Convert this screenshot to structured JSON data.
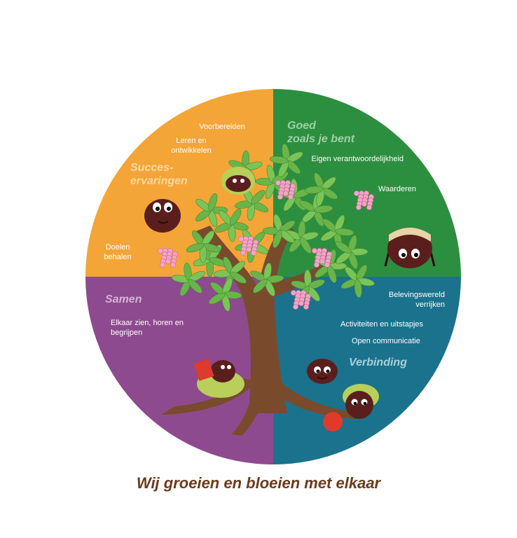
{
  "quadrants": {
    "top_left": {
      "heading": [
        "Succes-",
        "ervaringen"
      ],
      "items": [
        "Voorbereiden",
        "Leren en ontwikkelen",
        "Doelen behalen"
      ],
      "color": "#f4a537",
      "heading_color": "#fbd8a0"
    },
    "top_right": {
      "heading": [
        "Goed",
        "zoals je bent"
      ],
      "items": [
        "Eigen verantwoordelijkheid",
        "Waarderen"
      ],
      "color": "#2c8f3f",
      "heading_color": "#9ed0a5"
    },
    "bottom_left": {
      "heading": [
        "Samen"
      ],
      "items": [
        "Elkaar zien, horen en begrijpen"
      ],
      "color": "#8e4a8e",
      "heading_color": "#d4b2d6"
    },
    "bottom_right": {
      "heading": [
        "Verbinding"
      ],
      "items": [
        "Belevingswereld verrijken",
        "Activiteiten en uitstapjes",
        "Open communicatie"
      ],
      "color": "#1b728c",
      "heading_color": "#a9cfda"
    }
  },
  "motto": "Wij groeien en bloeien met elkaar",
  "colors": {
    "motto": "#6b3a1c",
    "trunk": "#7a4a2d",
    "leaf": "#6ab54a",
    "blossom": "#f2a6c6",
    "chestnut": "#5a1f1d",
    "ball": "#e03a2c"
  }
}
